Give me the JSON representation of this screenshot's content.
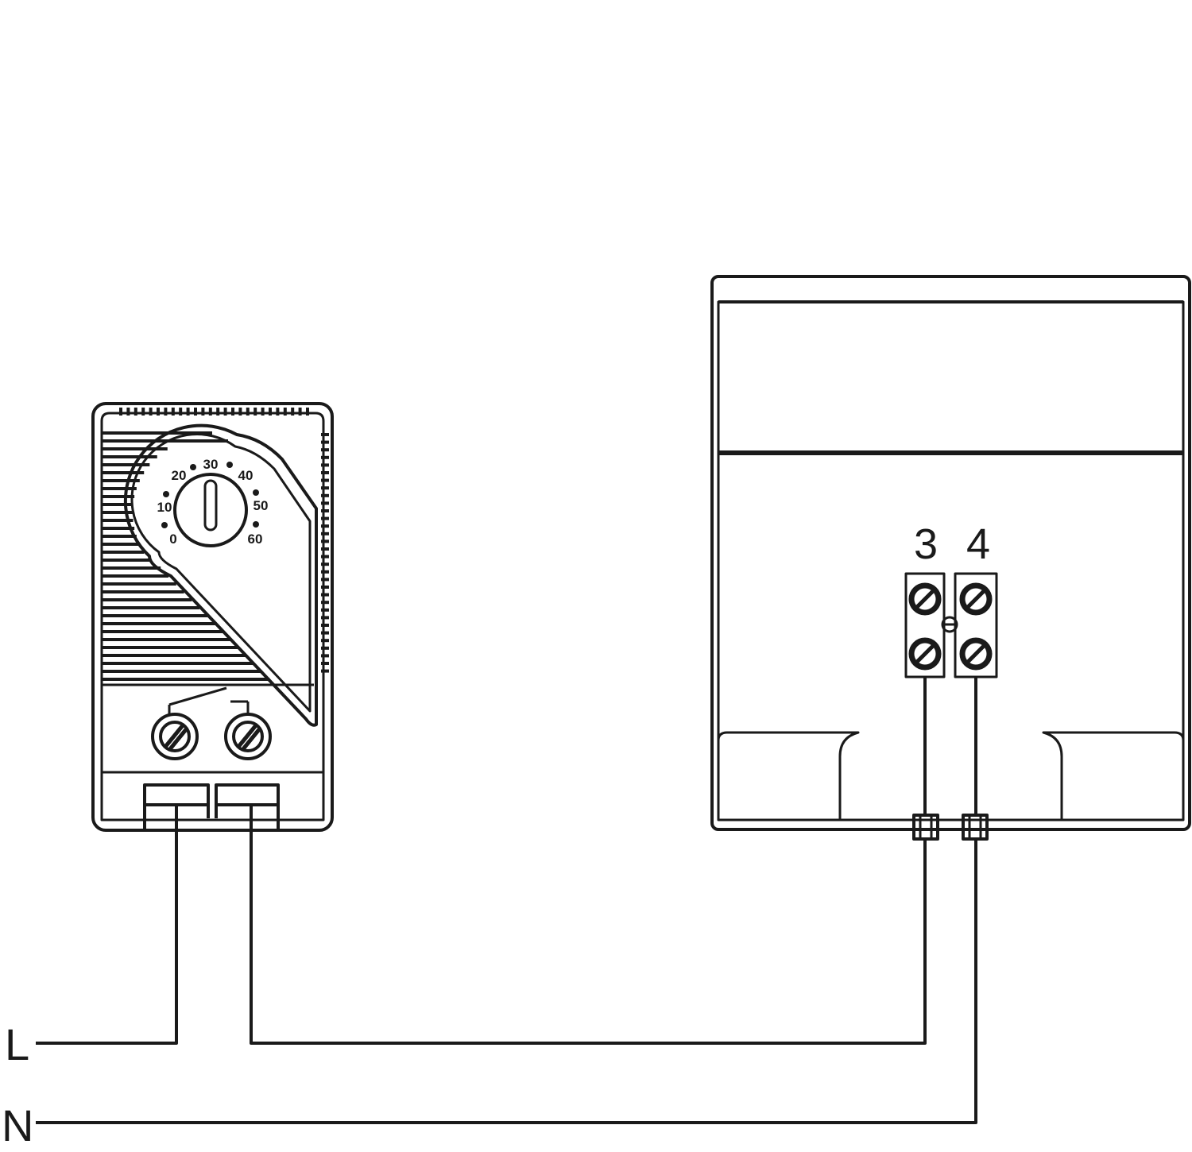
{
  "diagram": {
    "thermostat": {
      "dial_scale": [
        "0",
        "10",
        "20",
        "30",
        "40",
        "50",
        "60"
      ]
    },
    "heater": {
      "terminals": [
        "3",
        "4"
      ]
    },
    "lines": {
      "live": "L",
      "neutral": "N"
    },
    "colors": {
      "stroke": "#1a1a1a",
      "background": "#ffffff"
    }
  }
}
